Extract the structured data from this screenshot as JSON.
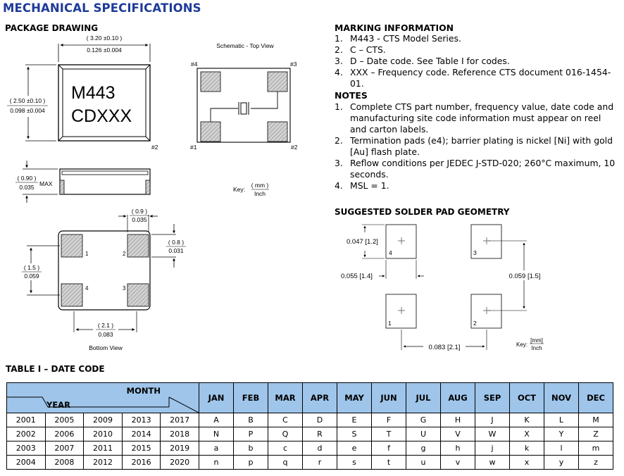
{
  "page_title": "MECHANICAL SPECIFICATIONS",
  "package": {
    "heading": "PACKAGE DRAWING",
    "chip_line1": "M443",
    "chip_line2": "CDXXX",
    "width_mm": "( 3.20 ±0.10 )",
    "width_in": "0.126 ±0.004",
    "height_mm": "( 2.50 ±0.10 )",
    "height_in": "0.098 ±0.004",
    "thick_mm": "( 0.90 )",
    "thick_in": "0.035",
    "thick_max": "MAX",
    "pin2_label": "#2",
    "schematic_title": "Schematic - Top View",
    "pin1": "#1",
    "pin2": "#2",
    "pin3": "#3",
    "pin4": "#4",
    "key_label": "Key:",
    "key_mm": "( mm )",
    "key_inch": "Inch",
    "pad_w_mm": "( 0.9 )",
    "pad_w_in": "0.035",
    "pad_h_mm": "( 0.8 )",
    "pad_h_in": "0.031",
    "pitch_v_mm": "( 1.5 )",
    "pitch_v_in": "0.059",
    "pitch_h_mm": "( 2.1 )",
    "pitch_h_in": "0.083",
    "bv_pad1": "1",
    "bv_pad2": "2",
    "bv_pad3": "3",
    "bv_pad4": "4",
    "bottom_view": "Bottom View"
  },
  "marking": {
    "heading": "MARKING INFORMATION",
    "items": [
      {
        "num": "1.",
        "text": "M443 - CTS Model Series."
      },
      {
        "num": "2.",
        "text": "C – CTS."
      },
      {
        "num": "3.",
        "text": "D – Date code.  See Table I for codes."
      },
      {
        "num": "4.",
        "text": "XXX – Frequency code.  Reference CTS document 016-1454-01."
      }
    ]
  },
  "notes": {
    "heading": "NOTES",
    "items": [
      {
        "num": "1.",
        "text": "Complete CTS part number, frequency value, date code and manufacturing site code information must appear on reel and carton labels."
      },
      {
        "num": "2.",
        "text": "Termination pads (e4); barrier plating is nickel [Ni] with gold [Au] flash plate."
      },
      {
        "num": "3.",
        "text": "Reflow conditions per JEDEC J-STD-020; 260°C maximum, 10 seconds."
      },
      {
        "num": "4.",
        "text": "MSL = 1."
      }
    ]
  },
  "solder": {
    "heading": "SUGGESTED SOLDER PAD GEOMETRY",
    "dim_h": "0.047 [1.2]",
    "dim_w": "0.055 [1.4]",
    "dim_pitch_v": "0.059 [1.5]",
    "dim_pitch_h": "0.083 [2.1]",
    "pad1": "1",
    "pad2": "2",
    "pad3": "3",
    "pad4": "4",
    "key_label": "Key:",
    "key_mm": "[mm]",
    "key_inch": "Inch"
  },
  "date_table": {
    "heading": "TABLE I – DATE CODE",
    "month_label": "MONTH",
    "year_label": "YEAR",
    "months": [
      "JAN",
      "FEB",
      "MAR",
      "APR",
      "MAY",
      "JUN",
      "JUL",
      "AUG",
      "SEP",
      "OCT",
      "NOV",
      "DEC"
    ],
    "rows": [
      {
        "years": [
          "2001",
          "2005",
          "2009",
          "2013",
          "2017"
        ],
        "codes": [
          "A",
          "B",
          "C",
          "D",
          "E",
          "F",
          "G",
          "H",
          "J",
          "K",
          "L",
          "M"
        ]
      },
      {
        "years": [
          "2002",
          "2006",
          "2010",
          "2014",
          "2018"
        ],
        "codes": [
          "N",
          "P",
          "Q",
          "R",
          "S",
          "T",
          "U",
          "V",
          "W",
          "X",
          "Y",
          "Z"
        ]
      },
      {
        "years": [
          "2003",
          "2007",
          "2011",
          "2015",
          "2019"
        ],
        "codes": [
          "a",
          "b",
          "c",
          "d",
          "e",
          "f",
          "g",
          "h",
          "j",
          "k",
          "l",
          "m"
        ]
      },
      {
        "years": [
          "2004",
          "2008",
          "2012",
          "2016",
          "2020"
        ],
        "codes": [
          "n",
          "p",
          "q",
          "r",
          "s",
          "t",
          "u",
          "v",
          "w",
          "x",
          "y",
          "z"
        ]
      }
    ]
  },
  "colors": {
    "title_blue": "#1f3b99",
    "header_fill": "#9fc5ea",
    "pad_hatch": "#b8b8b8"
  }
}
